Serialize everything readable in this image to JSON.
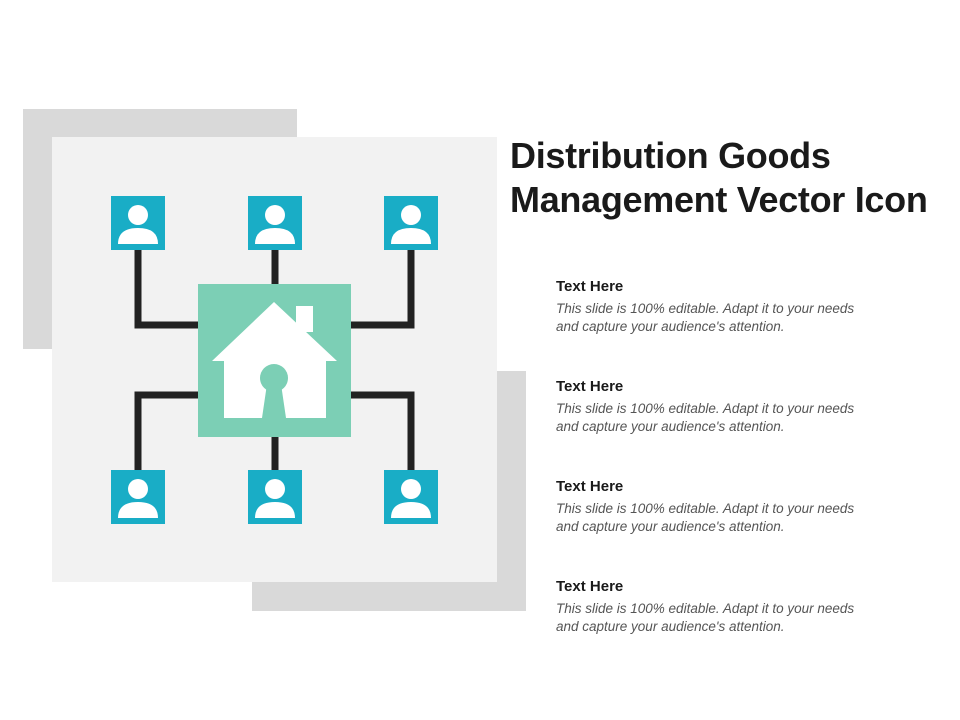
{
  "title": {
    "line1": "Distribution Goods",
    "line2": "Management Vector Icon"
  },
  "items": [
    {
      "heading": "Text Here",
      "text": "This slide is 100% editable.  Adapt it to your needs and capture your audience's attention."
    },
    {
      "heading": "Text Here",
      "text": "This slide is 100% editable.  Adapt it to your needs and capture your audience's attention."
    },
    {
      "heading": "Text Here",
      "text": "This slide is 100% editable.  Adapt it to your needs and capture your audience's attention."
    },
    {
      "heading": "Text Here",
      "text": "This slide is 100% editable.  Adapt it to your needs and capture your audience's attention."
    }
  ],
  "colors": {
    "user_box": "#19adc6",
    "hub": "#7ccfb5",
    "connector": "#222222",
    "panel": "#f2f2f2",
    "shadow": "#d9d9d9"
  },
  "icons": {
    "users": [
      "user-icon",
      "user-icon",
      "user-icon",
      "user-icon",
      "user-icon",
      "user-icon"
    ],
    "hub": "house-with-keyhole-icon"
  }
}
